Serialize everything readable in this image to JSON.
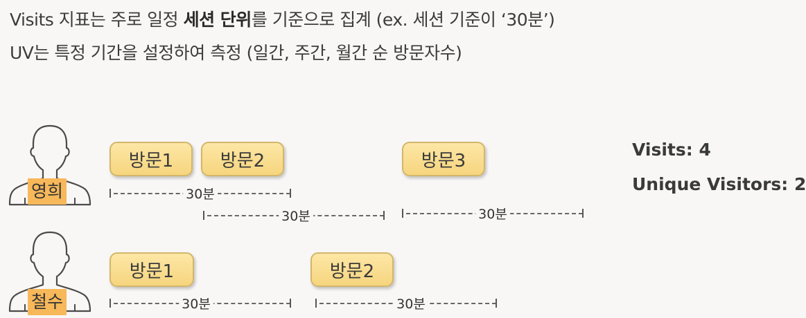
{
  "heading": {
    "line1_pre": "Visits 지표는 주로 일정 ",
    "line1_bold": "세션 단위",
    "line1_post": "를 기준으로 집계 (ex. 세션 기준이 ‘30분’)",
    "line2": "UV는 특정 기간을 설정하여 측정 (일간, 주간, 월간 순 방문자수)"
  },
  "people": [
    {
      "name": "영희",
      "visits": [
        "방문1",
        "방문2",
        "방문3"
      ],
      "sessions": [
        "30분",
        "30분",
        "30분"
      ]
    },
    {
      "name": "철수",
      "visits": [
        "방문1",
        "방문2"
      ],
      "sessions": [
        "30분",
        "30분"
      ]
    }
  ],
  "metrics": {
    "visits": "Visits: 4",
    "unique_visitors": "Unique Visitors: 2"
  },
  "colors": {
    "name_tag": "#f7b85a",
    "visit_box_fill": "#f9dc8c",
    "visit_box_border": "#d3b66a",
    "background": "#f8f7f6"
  },
  "icons": [
    "person-outline-icon"
  ]
}
